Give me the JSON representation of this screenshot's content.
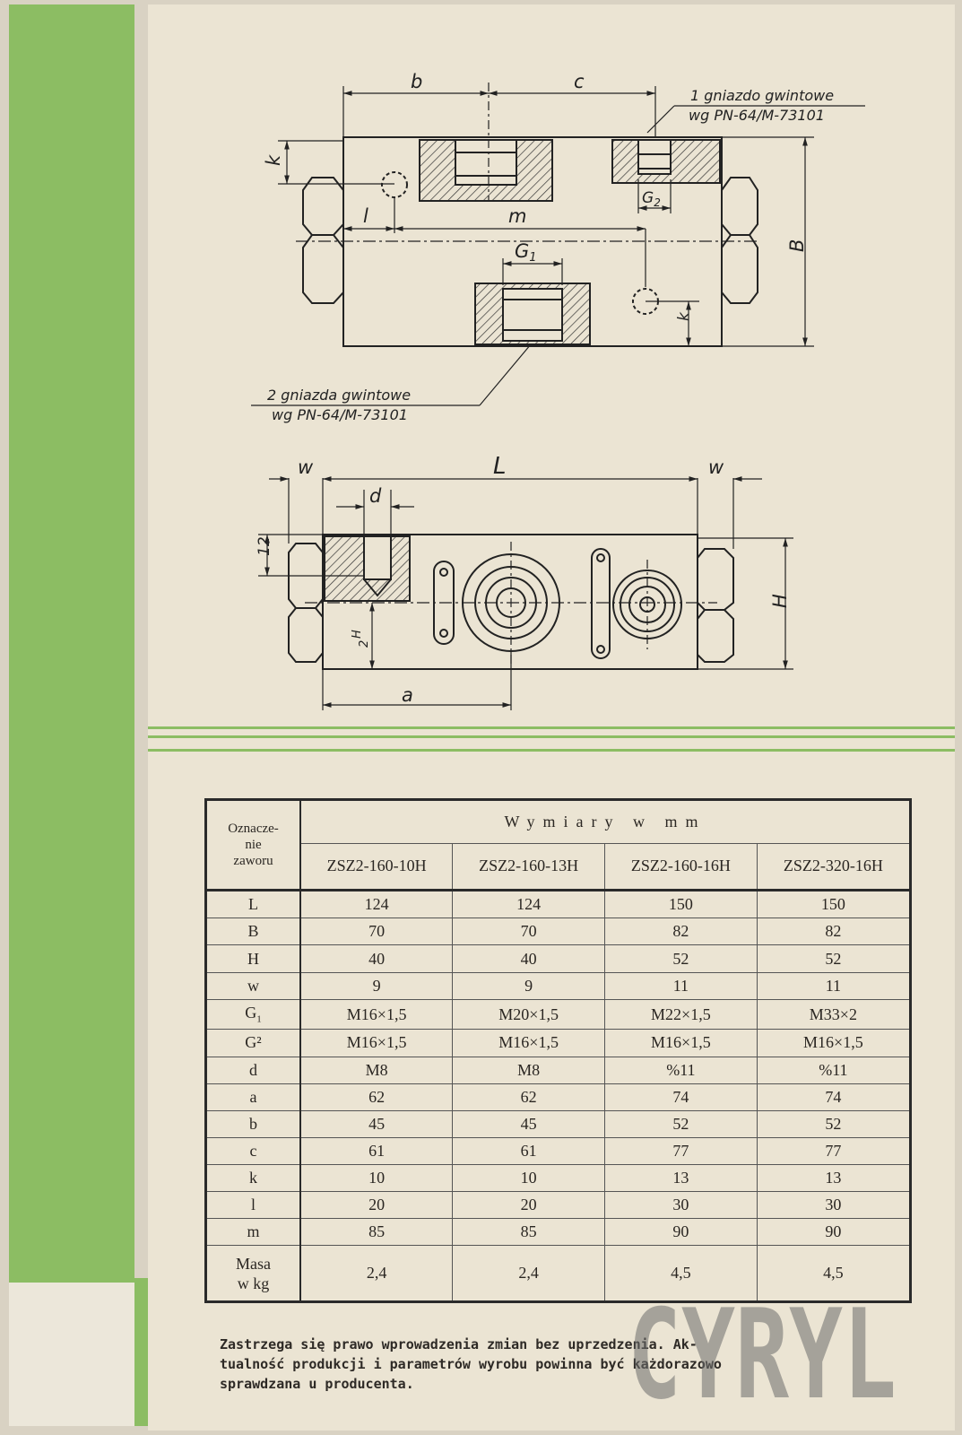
{
  "drawing": {
    "top_labels": {
      "b": "b",
      "c": "c",
      "k": "k",
      "l": "l",
      "m": "m",
      "G1": "G",
      "G1_sub": "1",
      "G2": "G",
      "G2_sub": "2",
      "B": "B"
    },
    "callout_top": [
      "1 gniazdo gwintowe",
      "wg PN-64/M-73101"
    ],
    "callout_bottom": [
      "2 gniazda gwintowe",
      "wg PN-64/M-73101"
    ],
    "front_labels": {
      "w_left": "w",
      "L": "L",
      "w_right": "w",
      "d": "d",
      "twelve": "12",
      "H": "H",
      "half_num": "H",
      "half_den": "2",
      "a": "a"
    }
  },
  "table": {
    "param_header": [
      "Oznacze-",
      "nie",
      "zaworu"
    ],
    "group_header": "Wymiary w mm",
    "models": [
      "ZSZ2-160-10H",
      "ZSZ2-160-13H",
      "ZSZ2-160-16H",
      "ZSZ2-320-16H"
    ],
    "rows": [
      {
        "param": "L",
        "values": [
          "124",
          "124",
          "150",
          "150"
        ]
      },
      {
        "param": "B",
        "values": [
          "70",
          "70",
          "82",
          "82"
        ]
      },
      {
        "param": "H",
        "values": [
          "40",
          "40",
          "52",
          "52"
        ]
      },
      {
        "param": "w",
        "values": [
          "9",
          "9",
          "11",
          "11"
        ]
      },
      {
        "param": "G",
        "param_sub": "1",
        "values": [
          "M16×1,5",
          "M20×1,5",
          "M22×1,5",
          "M33×2"
        ]
      },
      {
        "param": "G²",
        "values": [
          "M16×1,5",
          "M16×1,5",
          "M16×1,5",
          "M16×1,5"
        ]
      },
      {
        "param": "d",
        "values": [
          "M8",
          "M8",
          "%11",
          "%11"
        ]
      },
      {
        "param": "a",
        "values": [
          "62",
          "62",
          "74",
          "74"
        ]
      },
      {
        "param": "b",
        "values": [
          "45",
          "45",
          "52",
          "52"
        ]
      },
      {
        "param": "c",
        "values": [
          "61",
          "61",
          "77",
          "77"
        ]
      },
      {
        "param": "k",
        "values": [
          "10",
          "10",
          "13",
          "13"
        ]
      },
      {
        "param": "l",
        "values": [
          "20",
          "20",
          "30",
          "30"
        ]
      },
      {
        "param": "m",
        "values": [
          "85",
          "85",
          "90",
          "90"
        ]
      },
      {
        "param_lines": [
          "Masa",
          "w kg"
        ],
        "values": [
          "2,4",
          "2,4",
          "4,5",
          "4,5"
        ]
      }
    ]
  },
  "footnote": [
    "Zastrzega się prawo wprowadzenia zmian bez uprzedzenia. Ak-",
    "tualność produkcji i parametrów wyrobu powinna być każdorazowo",
    "sprawdzana u producenta."
  ],
  "watermark": "CYRYL",
  "colors": {
    "accent_green": "#8cbd63",
    "paper": "#ebe4d3",
    "ink": "#2a2a2a"
  }
}
